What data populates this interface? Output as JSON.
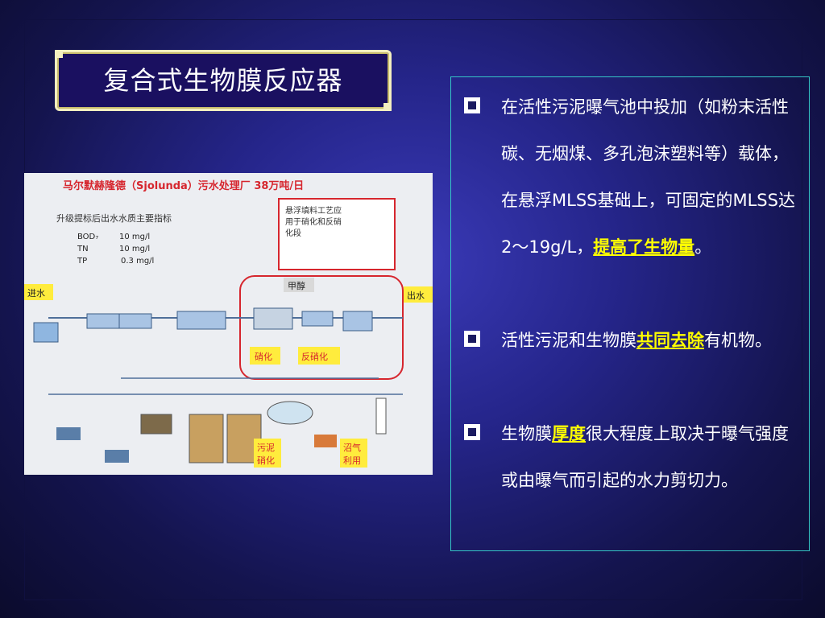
{
  "slide": {
    "title": "复合式生物膜反应器"
  },
  "diagram": {
    "heading": "马尔默赫隆德（Sjolunda）污水处理厂   38万吨/日",
    "spec_title": "升级提标后出水水质主要指标",
    "specs": [
      {
        "name": "BOD₇",
        "value": "10 mg/l"
      },
      {
        "name": "TN",
        "value": "10 mg/l"
      },
      {
        "name": "TP",
        "value": "0.3 mg/l"
      }
    ],
    "note_lines": [
      "悬浮填料工艺应",
      "用于硝化和反硝",
      "化段"
    ],
    "inlet": "进水",
    "outlet": "出水",
    "methanol": "甲醇",
    "nitrification": "硝化",
    "denitrification": "反硝化",
    "sludge_digestion": [
      "污泥",
      "硝化"
    ],
    "biogas_use": [
      "沼气",
      "利用"
    ]
  },
  "bullets": [
    {
      "before": "在活性污泥曝气池中投加（如粉末活性碳、无烟煤、多孔泡沫塑料等）载体，在悬浮MLSS基础上，可固定的MLSS达2～19g/L，",
      "highlight": "提高了生物量",
      "after": "。"
    },
    {
      "before": "活性污泥和生物膜",
      "highlight": "共同去除",
      "after": "有机物。"
    },
    {
      "before": "生物膜",
      "highlight": "厚度",
      "after": "很大程度上取决于曝气强度或由曝气而引起的水力剪切力。"
    }
  ],
  "colors": {
    "highlight": "#ffff00",
    "box_border": "#35c6c6",
    "diagram_red": "#d6262e"
  }
}
